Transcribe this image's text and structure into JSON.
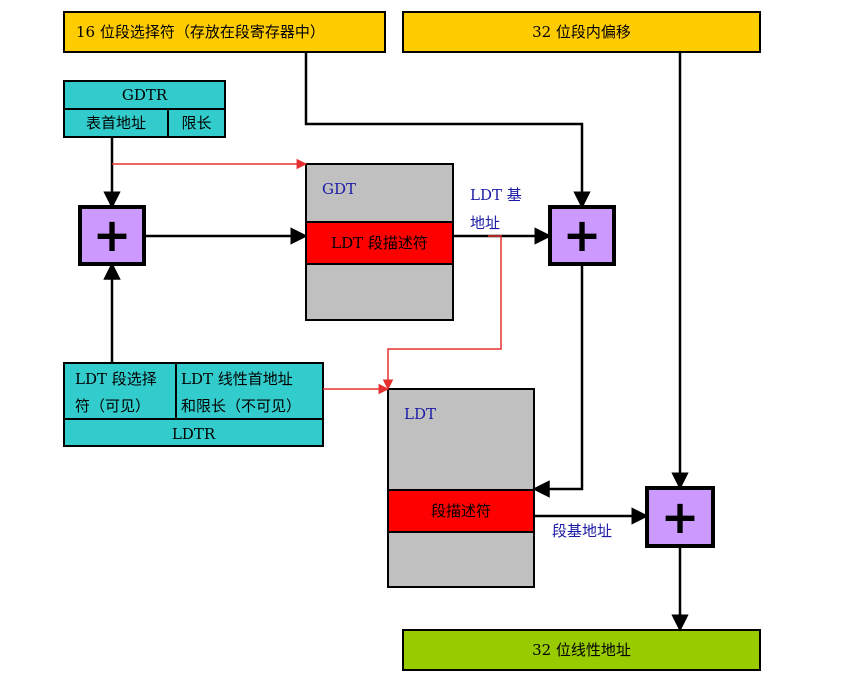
{
  "selector_box": "16 位段选择符（存放在段寄存器中）",
  "offset_box": "32 位段内偏移",
  "gdtr": {
    "title": "GDTR",
    "base": "表首地址",
    "limit": "限长"
  },
  "gdt": {
    "title": "GDT",
    "entry": "LDT 段描述符"
  },
  "ldt_base_label_1": "LDT  基",
  "ldt_base_label_2": "地址",
  "ldtr": {
    "title": "LDTR",
    "sel_line1": "LDT 段选择",
    "sel_line2": "符（可见）",
    "base_line1": "LDT 线性首地址",
    "base_line2": "和限长（不可见）"
  },
  "ldt": {
    "title": "LDT",
    "entry": "段描述符"
  },
  "seg_base_label": "段基地址",
  "linear_box": "32 位线性地址",
  "plus_symbol": "+",
  "colors": {
    "yellow": "#FFCC00",
    "teal": "#33CCCC",
    "gray": "#C0C0C0",
    "red": "#FF0000",
    "purple": "#CC99FF",
    "green": "#99CC00",
    "arrow_black": "#000000",
    "arrow_red": "#E53030",
    "label_blue": "#1a1aa6"
  }
}
